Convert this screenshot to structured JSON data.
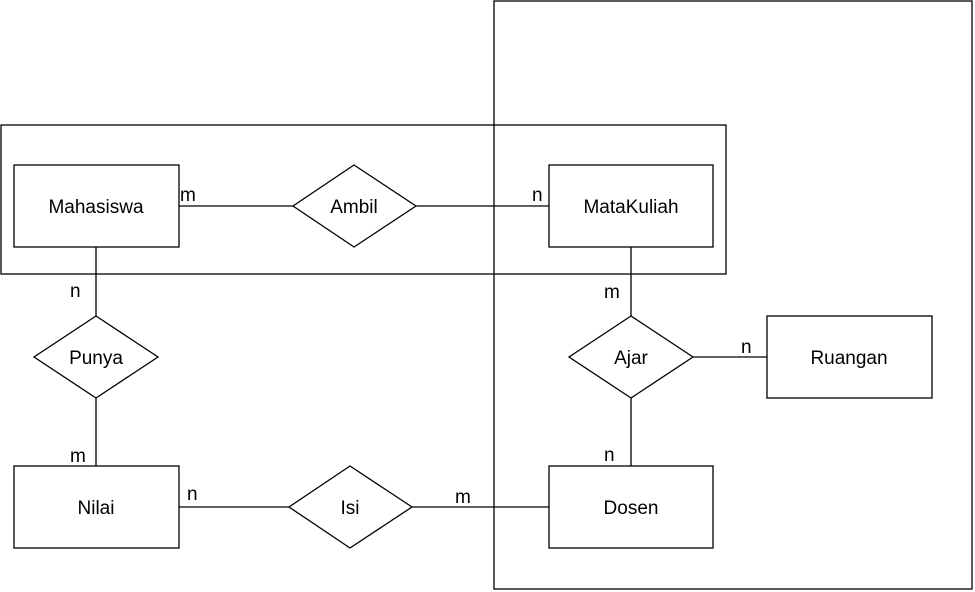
{
  "entities": {
    "mahasiswa": "Mahasiswa",
    "matakuliah": "MataKuliah",
    "nilai": "Nilai",
    "dosen": "Dosen",
    "ruangan": "Ruangan"
  },
  "relationships": {
    "ambil": "Ambil",
    "punya": "Punya",
    "isi": "Isi",
    "ajar": "Ajar"
  },
  "cardinalities": {
    "mahasiswa_ambil": "m",
    "ambil_matakuliah": "n",
    "mahasiswa_punya": "n",
    "punya_nilai": "m",
    "nilai_isi": "n",
    "isi_dosen": "m",
    "matakuliah_ajar": "m",
    "ajar_dosen": "n",
    "ajar_ruangan": "n"
  }
}
